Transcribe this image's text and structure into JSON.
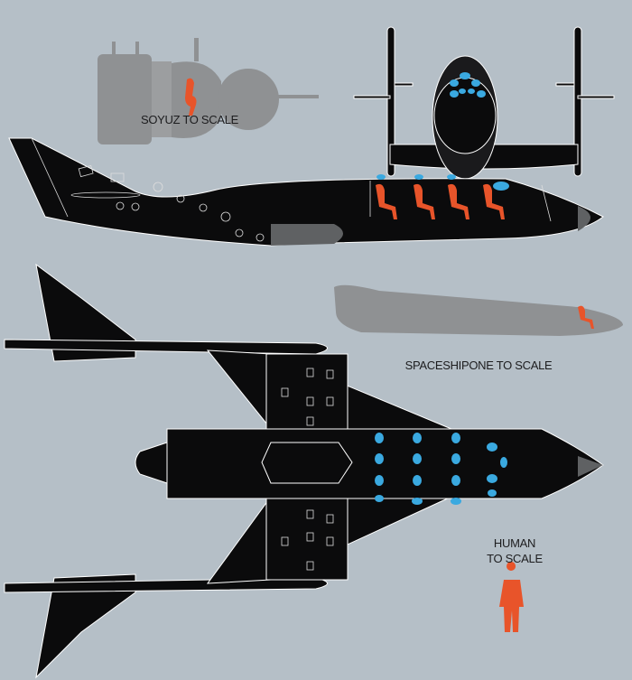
{
  "labels": {
    "soyuz": "SOYUZ TO SCALE",
    "spaceshipone": "SPACESHIPONE TO SCALE",
    "human_line1": "HUMAN",
    "human_line2": "TO SCALE"
  },
  "colors": {
    "background": "#b5bfc7",
    "craft": "#0b0b0c",
    "scale_silhouette": "#8f9193",
    "passenger": "#e8542a",
    "window": "#3aa9e0",
    "outline": "#ffffff"
  }
}
